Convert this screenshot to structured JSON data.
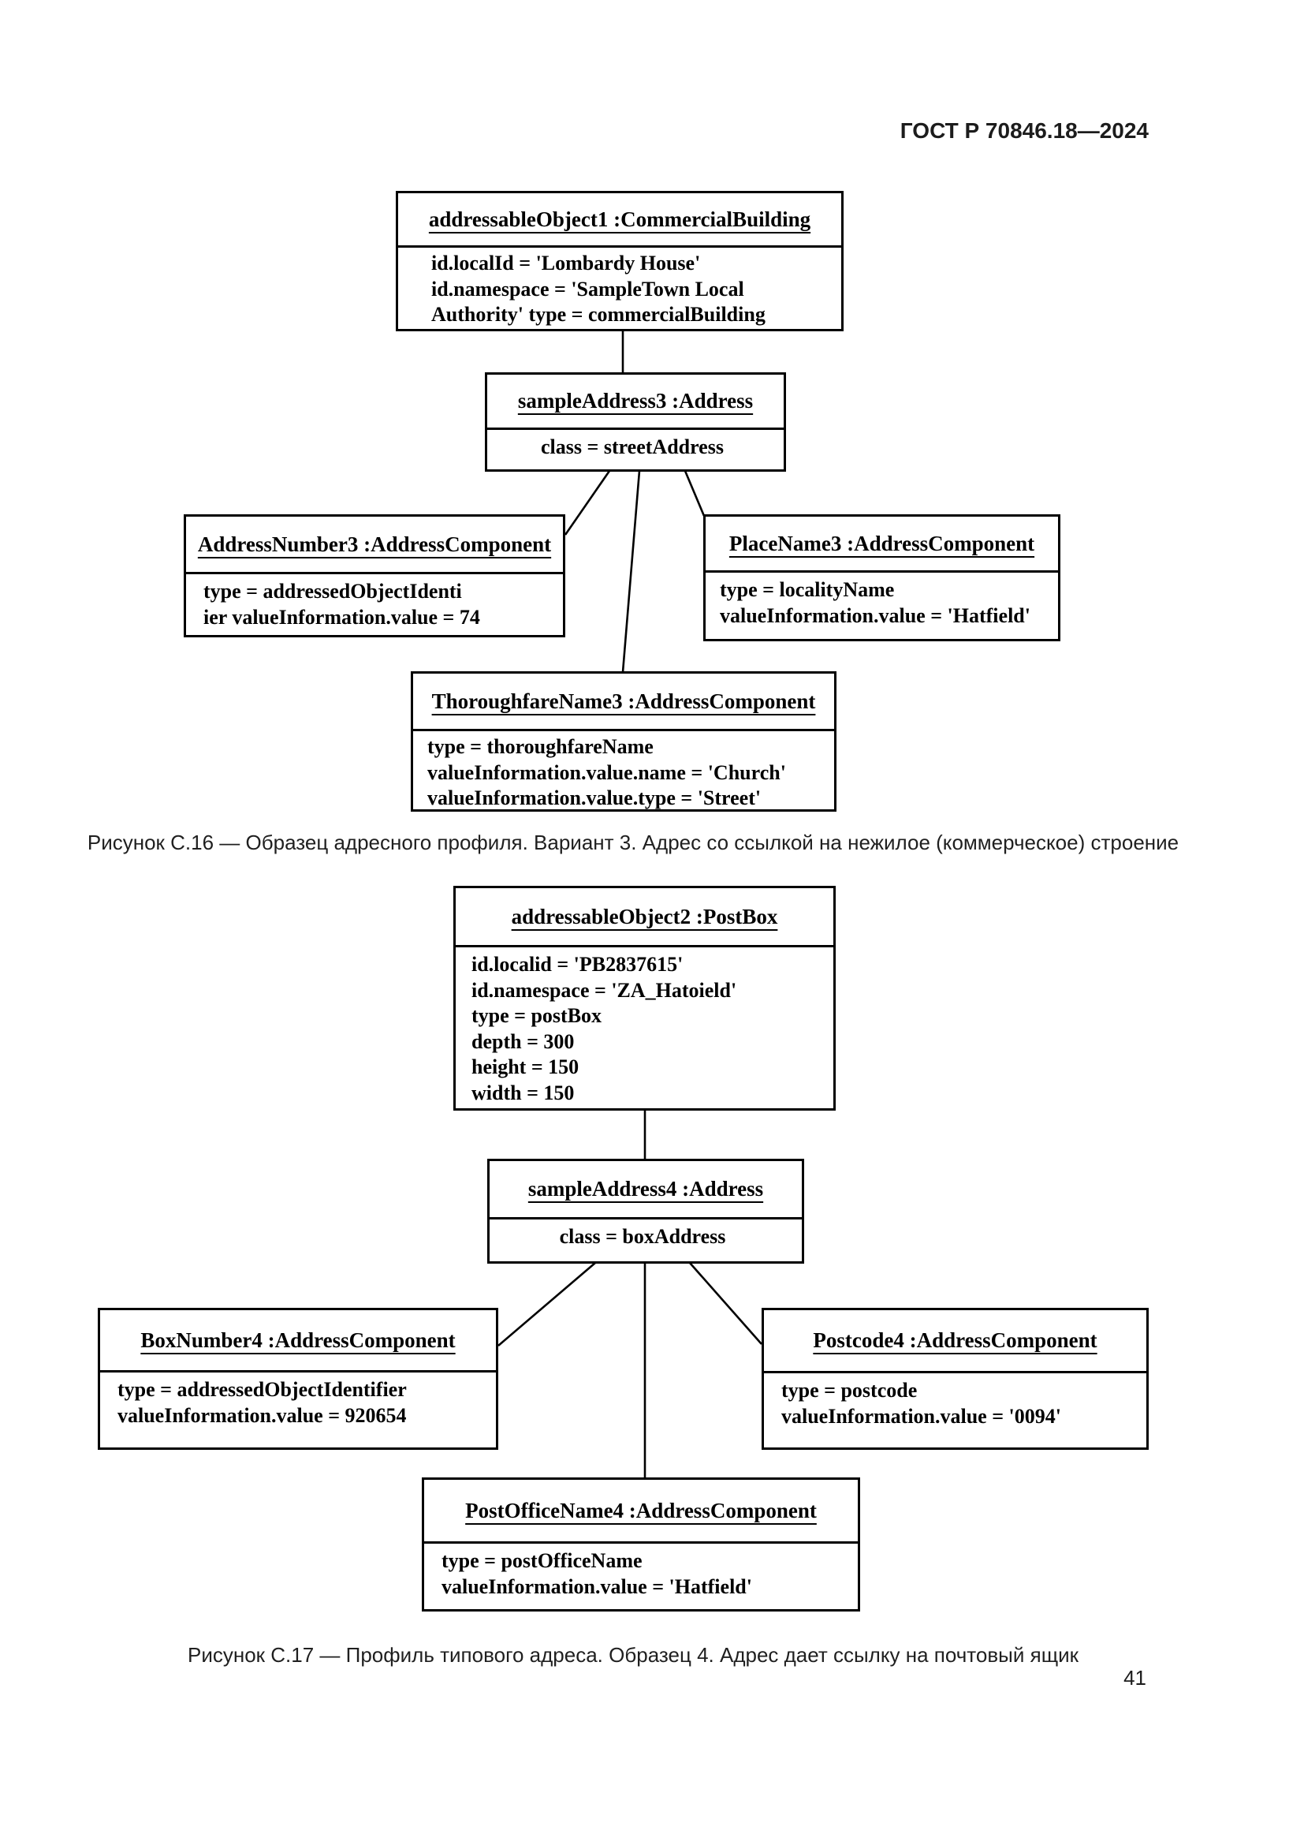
{
  "header": "ГОСТ Р 70846.18—2024",
  "page_number": "41",
  "figure_c16": {
    "caption": "Рисунок С.16 — Образец адресного профиля. Вариант 3. Адрес со ссылкой на нежилое (коммерческое) строение",
    "boxes": [
      {
        "title": "addressableObject1 :CommercialBuilding",
        "lines": [
          "id.localId = 'Lombardy House'",
          "id.namespace = 'SampleTown Local",
          "Authority' type = commercialBuilding"
        ]
      },
      {
        "title": "sampleAddress3 :Address",
        "lines": [
          "class = streetAddress"
        ]
      },
      {
        "title": "AddressNumber3 :AddressComponent",
        "lines": [
          "type = addressedObjectIdenti",
          "ier valueInformation.value = 74"
        ]
      },
      {
        "title": "PlaceName3 :AddressComponent",
        "lines": [
          "type = localityName",
          "valueInformation.value = 'Hatfield'"
        ]
      },
      {
        "title": "ThoroughfareName3 :AddressComponent",
        "lines": [
          "type = thoroughfareName",
          "valueInformation.value.name = 'Church'",
          "valueInformation.value.type = 'Street'"
        ]
      }
    ]
  },
  "figure_c17": {
    "caption": "Рисунок С.17 — Профиль типового адреса. Образец 4. Адрес дает ссылку на почтовый ящик",
    "boxes": [
      {
        "title": "addressableObject2 :PostBox",
        "lines": [
          "id.localid = 'PB2837615'",
          "id.namespace = 'ZA_Hatoield'",
          "type = postBox",
          "depth = 300",
          "height = 150",
          "width = 150"
        ]
      },
      {
        "title": "sampleAddress4 :Address",
        "lines": [
          "class = boxAddress"
        ]
      },
      {
        "title": "BoxNumber4 :AddressComponent",
        "lines": [
          "type = addressedObjectIdentifier",
          "valueInformation.value = 920654"
        ]
      },
      {
        "title": "Postcode4 :AddressComponent",
        "lines": [
          "type = postcode",
          "valueInformation.value = '0094'"
        ]
      },
      {
        "title": "PostOfficeName4 :AddressComponent",
        "lines": [
          "type = postOfficeName",
          "valueInformation.value = 'Hatfield'"
        ]
      }
    ]
  }
}
